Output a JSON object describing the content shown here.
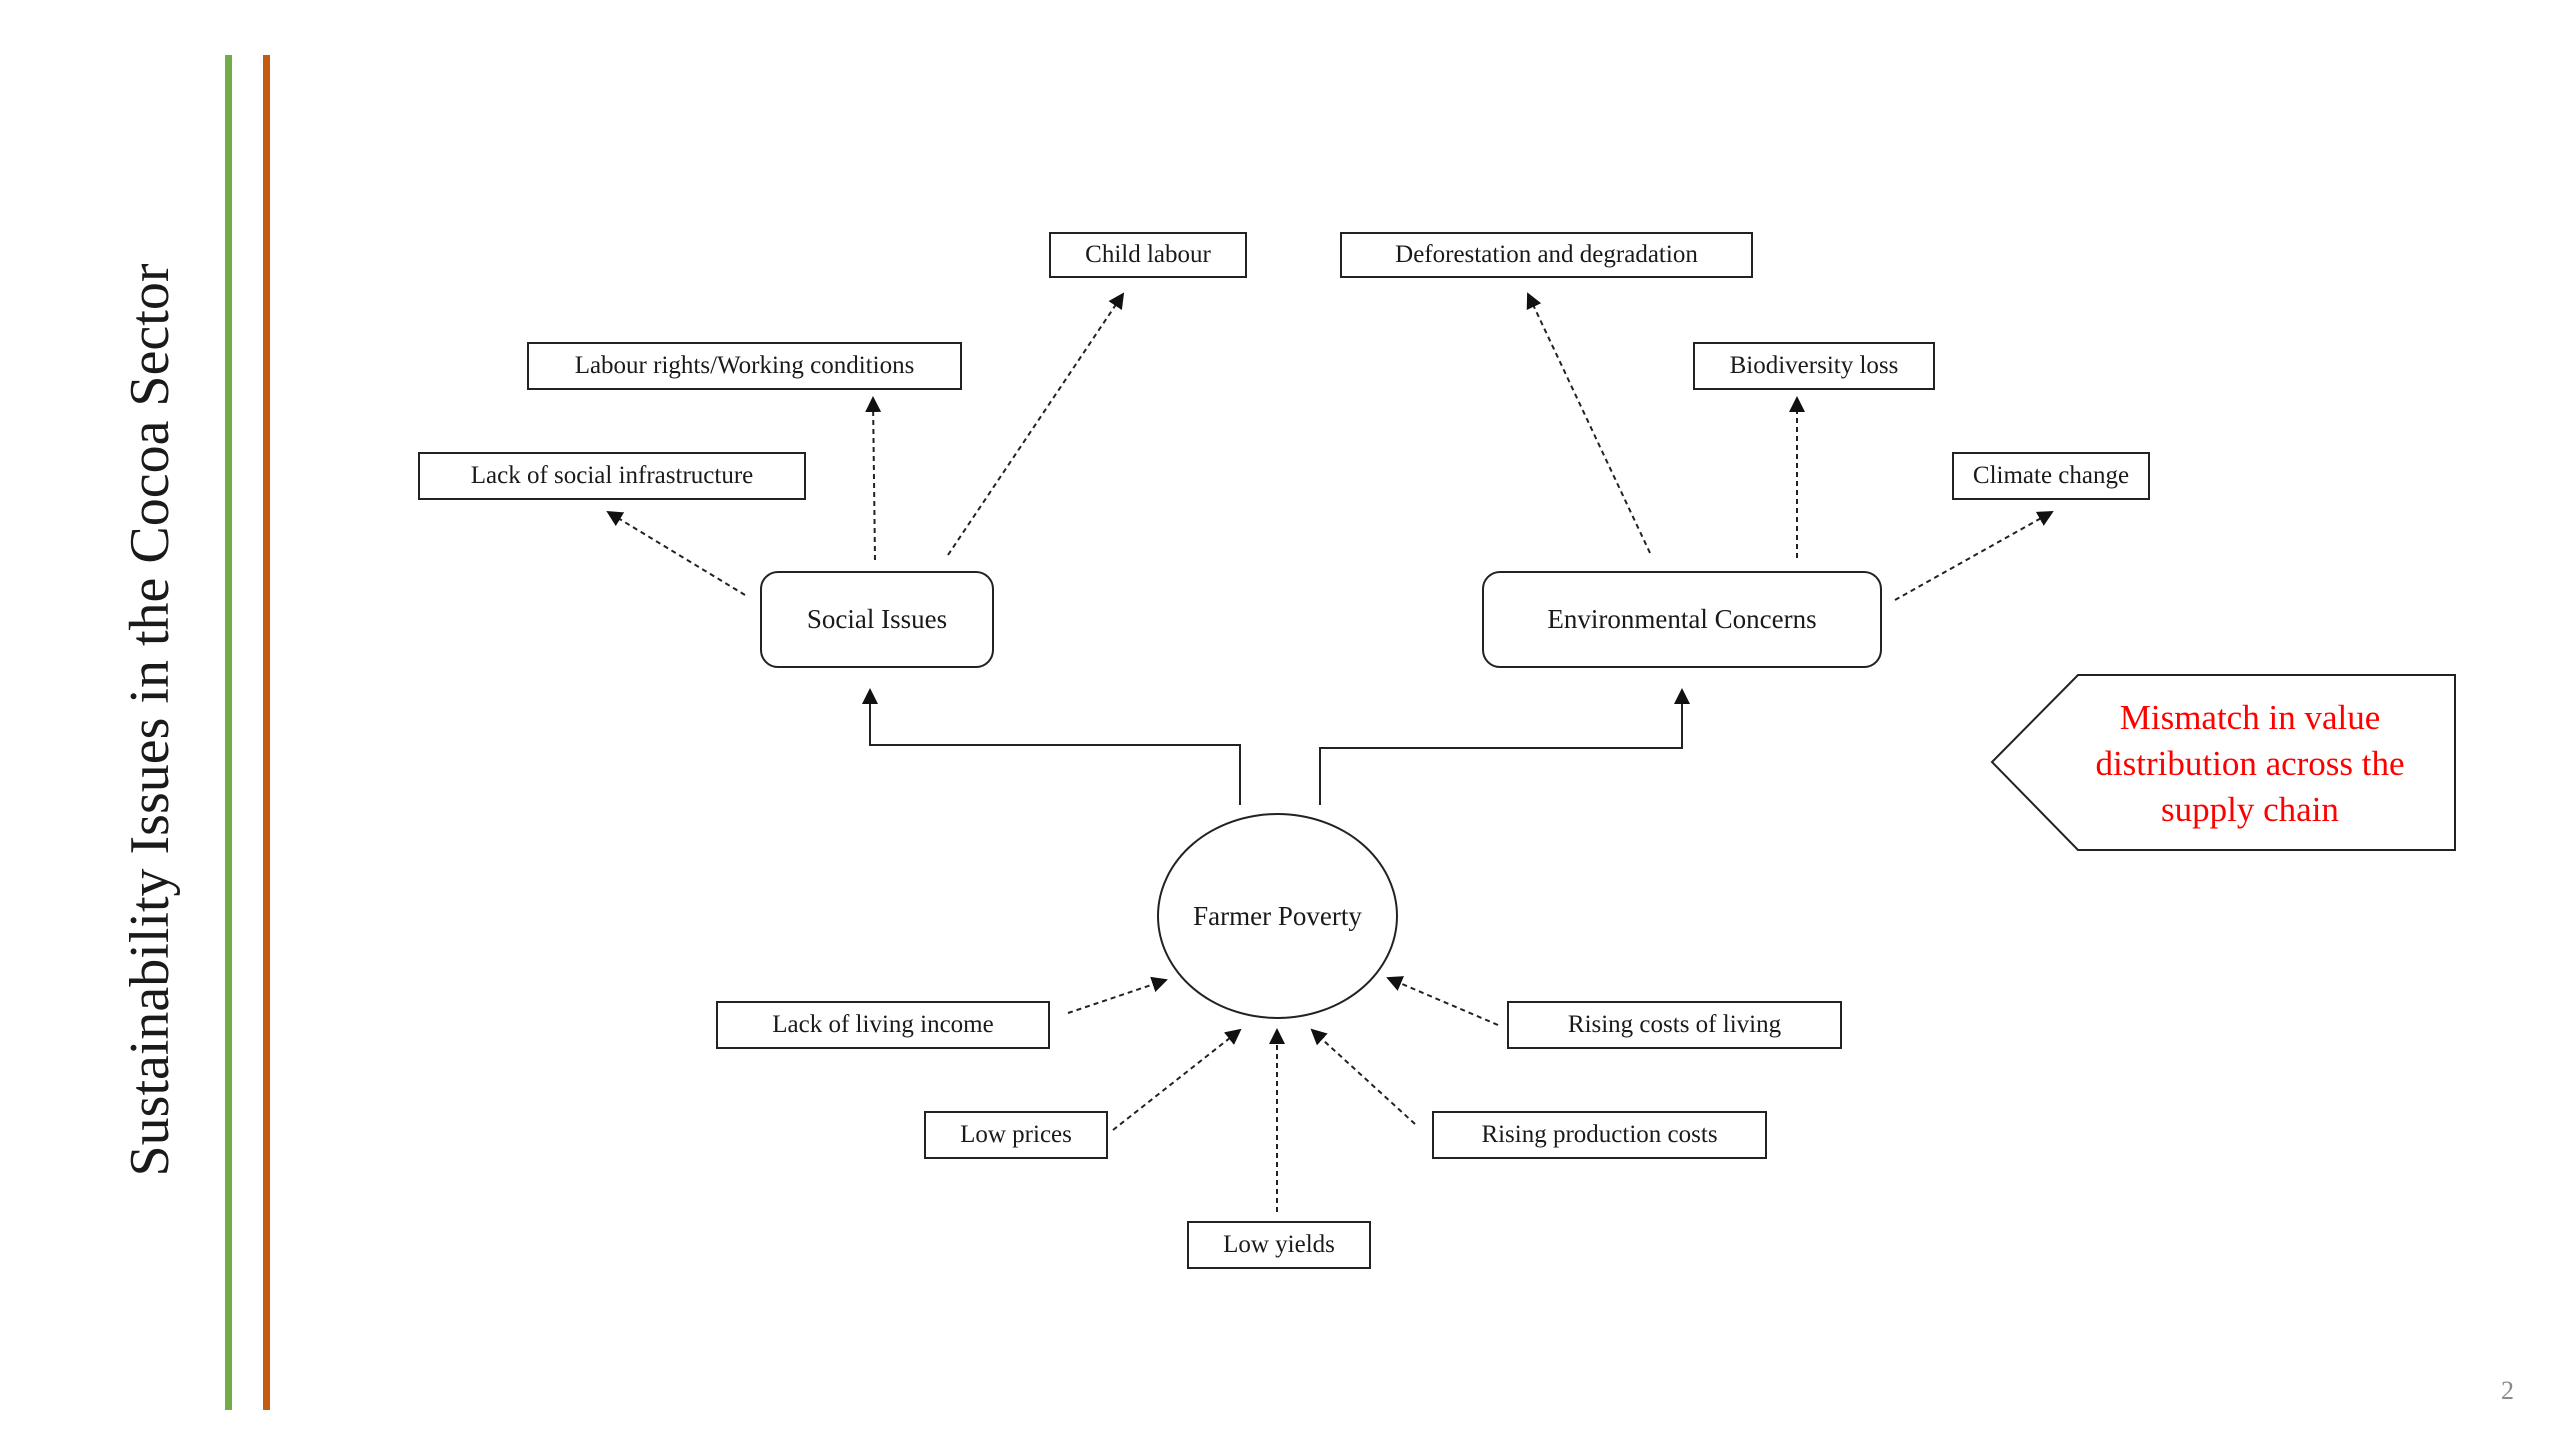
{
  "slide": {
    "title": "Sustainability Issues in the Cocoa Sector",
    "page_number": "2",
    "accent_colors": {
      "green_bar": "#70ad47",
      "orange_bar": "#c55a11",
      "callout_text": "#ff0000"
    }
  },
  "diagram": {
    "center_node": "Farmer Poverty",
    "branches": {
      "social": {
        "label": "Social Issues",
        "issues": [
          "Lack of social infrastructure",
          "Labour rights/Working conditions",
          "Child labour"
        ]
      },
      "environmental": {
        "label": "Environmental Concerns",
        "issues": [
          "Deforestation and degradation",
          "Biodiversity loss",
          "Climate change"
        ]
      }
    },
    "causes": [
      "Lack of living income",
      "Low prices",
      "Low yields",
      "Rising production costs",
      "Rising costs of living"
    ]
  },
  "callout": {
    "lines": [
      "Mismatch in value",
      "distribution across the",
      "supply chain"
    ]
  }
}
